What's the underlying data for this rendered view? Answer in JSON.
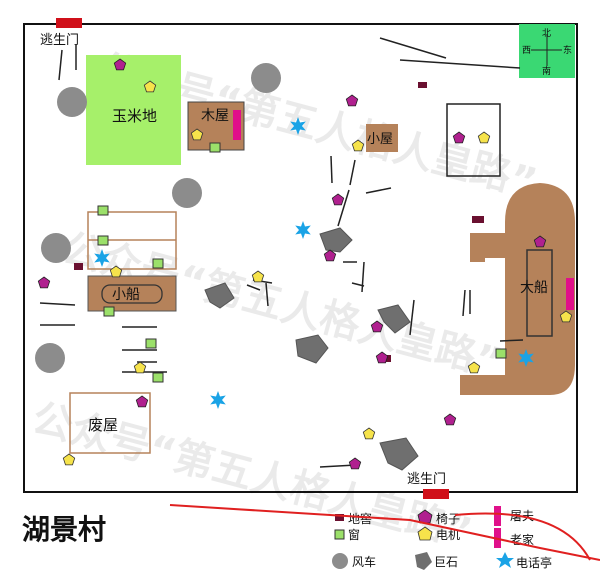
{
  "map": {
    "title": "湖景村",
    "watermark": "公众号“第五人格人皇路”",
    "exits": [
      "逃生门",
      "逃生门"
    ],
    "compass": {
      "n": "北",
      "s": "南",
      "w": "西",
      "e": "东"
    },
    "places": {
      "corn_field": "玉米地",
      "wood_house": "木屋",
      "small_house": "小屋",
      "small_boat": "小船",
      "big_boat": "大船",
      "ruined_house": "废屋"
    }
  },
  "legend": {
    "cellar": "地窖",
    "chair": "椅子",
    "butcher": "屠夫",
    "window": "窗",
    "generator": "电机",
    "old_home": "老家",
    "windmill": "风车",
    "boulder": "巨石",
    "phone": "电话亭"
  },
  "colors": {
    "border": "#111111",
    "exit": "#d0101a",
    "corn": "#a6f06a",
    "wood": "#b5825a",
    "boat": "#b5825a",
    "chair": "#b0208f",
    "generator": "#f6e34b",
    "window": "#9be06a",
    "windmill": "#8c8c8c",
    "boulder": "#6f6f6f",
    "phone": "#1aa3e6",
    "cellar": "#6a1030",
    "butcher": "#e0108a",
    "compass": "#3ad873",
    "route": "#e02020"
  }
}
